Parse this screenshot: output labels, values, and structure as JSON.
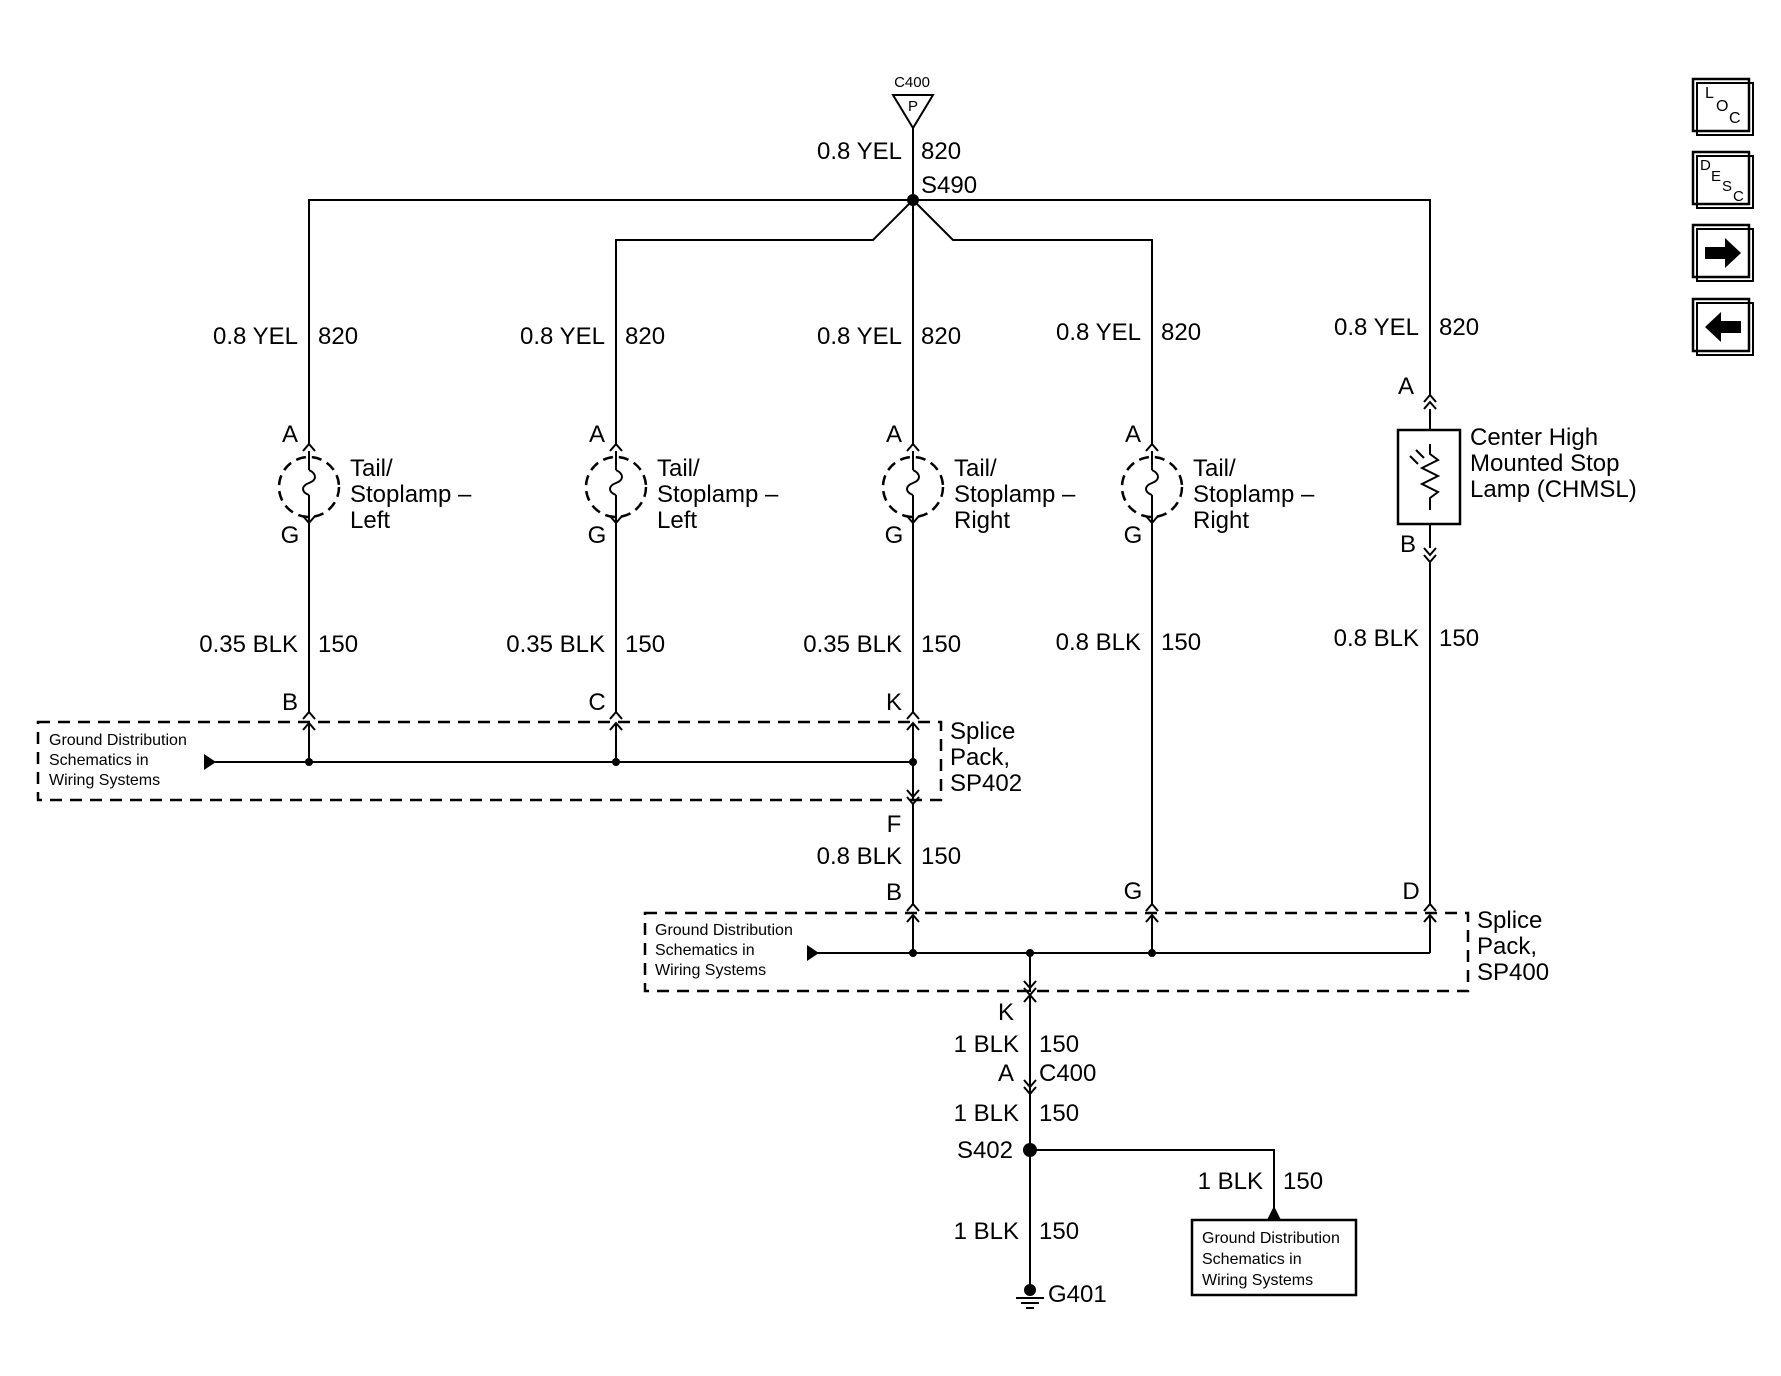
{
  "diagram": {
    "top_connector": {
      "name": "C400",
      "pin": "P"
    },
    "splices": {
      "top": "S490",
      "bottom": "S402"
    },
    "wires": {
      "yel": "0.8 YEL",
      "yel_circuit": "820",
      "blk_035": "0.35 BLK",
      "blk_08": "0.8 BLK",
      "blk_1": "1 BLK",
      "blk_circuit": "150"
    },
    "pins": {
      "a": "A",
      "b": "B",
      "c": "C",
      "d": "D",
      "f": "F",
      "g": "G",
      "k": "K"
    },
    "lamps": [
      {
        "l1": "Tail/",
        "l2": "Stoplamp –",
        "l3": "Left"
      },
      {
        "l1": "Tail/",
        "l2": "Stoplamp –",
        "l3": "Left"
      },
      {
        "l1": "Tail/",
        "l2": "Stoplamp –",
        "l3": "Right"
      },
      {
        "l1": "Tail/",
        "l2": "Stoplamp –",
        "l3": "Right"
      }
    ],
    "chmsl": {
      "l1": "Center High",
      "l2": "Mounted Stop",
      "l3": "Lamp (CHMSL)"
    },
    "splice_pack_402": {
      "l1": "Splice",
      "l2": "Pack,",
      "l3": "SP402"
    },
    "splice_pack_400": {
      "l1": "Splice",
      "l2": "Pack,",
      "l3": "SP400"
    },
    "ground_ref": {
      "l1": "Ground Distribution",
      "l2": "Schematics in",
      "l3": "Wiring Systems"
    },
    "mid_connector": "C400",
    "ground": "G401"
  },
  "nav": {
    "loc": {
      "a": "L",
      "b": "O",
      "c": "C"
    },
    "desc": {
      "a": "D",
      "b": "E",
      "c": "S",
      "d": "C"
    }
  }
}
